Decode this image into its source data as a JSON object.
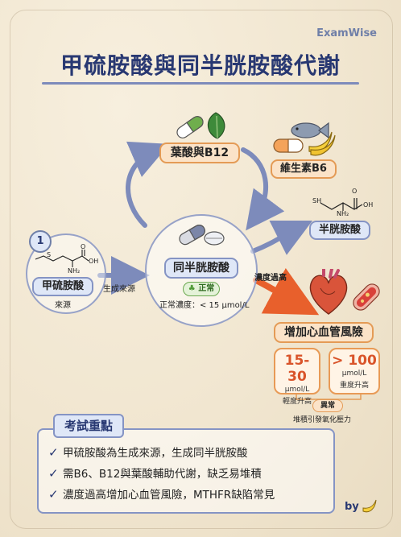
{
  "brand": "ExamWise",
  "title": "甲硫胺酸與同半胱胺酸代謝",
  "step_number": "1",
  "nodes": {
    "methionine": {
      "label": "甲硫胺酸",
      "sublabel": "來源",
      "structure": {
        "side": "S",
        "acid": "OH",
        "carbonyl": "O",
        "amine": "NH₂"
      }
    },
    "folate_b12": "葉酸與B12",
    "vitamin_b6": "維生素B6",
    "cysteine": {
      "label": "半胱胺酸",
      "structure": {
        "thiol": "SH",
        "acid": "OH",
        "carbonyl": "O",
        "amine": "NH₂"
      }
    },
    "homocysteine": {
      "label": "同半胱胺酸",
      "status": "正常",
      "normal_range": "正常濃度：< 15 μmol/L"
    },
    "cv_risk": "增加心血管風險"
  },
  "arrows": {
    "source_label": "生成來源",
    "high_label": "濃度過高"
  },
  "levels": [
    {
      "value": "15-30",
      "unit": "μmol/L",
      "desc": "輕度升高"
    },
    {
      "value": "> 100",
      "unit": "μmol/L",
      "desc": "重度升高"
    }
  ],
  "abnormal": {
    "badge": "異常",
    "note": "堆積引發氧化壓力"
  },
  "summary": {
    "heading": "考試重點",
    "items": [
      "甲硫胺酸為生成來源，生成同半胱胺酸",
      "需B6、B12與葉酸輔助代謝，缺乏易堆積",
      "濃度過高增加心血管風險，MTHFR缺陷常見"
    ]
  },
  "signature": "by",
  "colors": {
    "navy": "#283872",
    "orange": "#e49b56",
    "blue_border": "#8594c4",
    "danger": "#d9542a"
  },
  "icons": [
    "capsule-icon",
    "spinach-icon",
    "fish-icon",
    "banana-icon",
    "pill-icon",
    "sprout-icon",
    "heart-icon",
    "artery-icon",
    "check-icon"
  ]
}
